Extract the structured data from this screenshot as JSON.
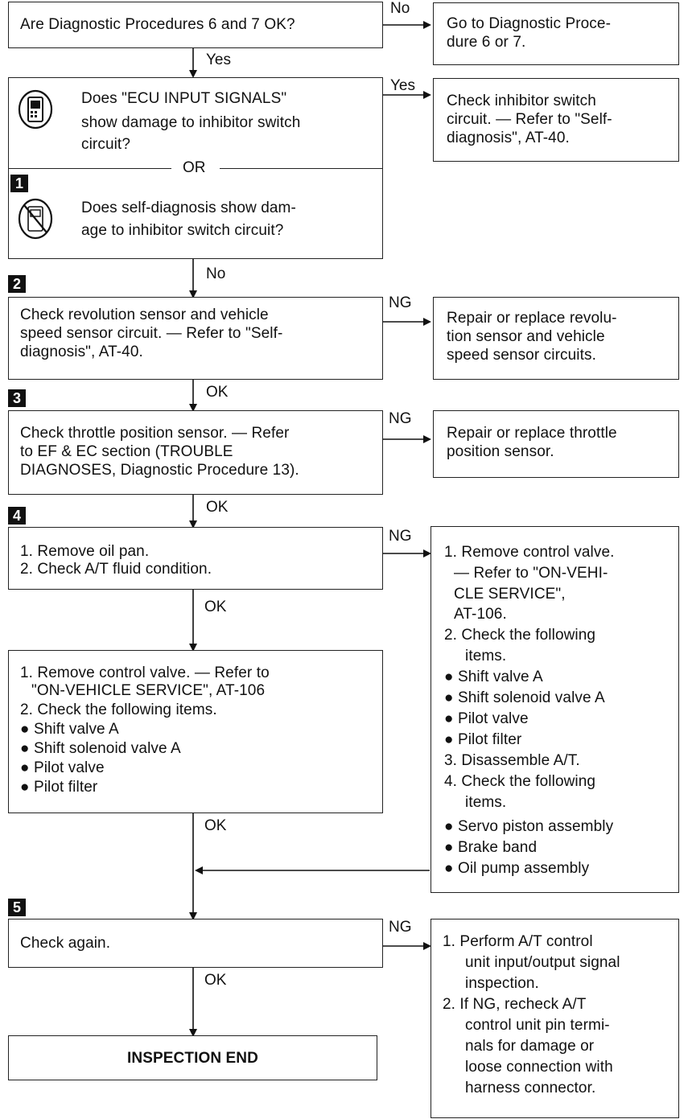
{
  "q1": {
    "text": "Are Diagnostic Procedures 6 and 7 OK?",
    "no_label": "No",
    "yes_label": "Yes"
  },
  "r1": {
    "lines": [
      "Go to Diagnostic Proce-",
      "dure 6 or 7."
    ]
  },
  "q2": {
    "lines_a": [
      "Does \"ECU INPUT SIGNALS\"",
      "show damage to inhibitor switch",
      "circuit?"
    ],
    "or_label": "OR",
    "step": "1",
    "lines_b": [
      "Does self-diagnosis show dam-",
      "age to inhibitor switch circuit?"
    ],
    "yes_label": "Yes",
    "no_label": "No",
    "icon_a": "consult-tester-icon",
    "icon_b": "no-tools-icon"
  },
  "r2": {
    "lines": [
      "Check inhibitor switch",
      "circuit. — Refer to \"Self-",
      "diagnosis\", AT-40."
    ]
  },
  "s2": {
    "step": "2",
    "lines": [
      "Check revolution sensor and vehicle",
      "speed sensor circuit. — Refer to \"Self-",
      "diagnosis\", AT-40."
    ],
    "ng_label": "NG",
    "ok_label": "OK"
  },
  "r3": {
    "lines": [
      "Repair or replace revolu-",
      "tion sensor and vehicle",
      "speed sensor circuits."
    ]
  },
  "s3": {
    "step": "3",
    "lines": [
      "Check throttle position sensor. — Refer",
      "to EF & EC section (TROUBLE",
      "DIAGNOSES, Diagnostic Procedure 13)."
    ],
    "ng_label": "NG",
    "ok_label": "OK"
  },
  "r4": {
    "lines": [
      "Repair or replace throttle",
      "position sensor."
    ]
  },
  "s4": {
    "step": "4",
    "lines": [
      "1. Remove oil pan.",
      "2. Check A/T fluid condition."
    ],
    "ng_label": "NG",
    "ok_label": "OK"
  },
  "r5": {
    "lines": [
      "1. Remove control valve.",
      "— Refer to \"ON-VEHI-",
      "CLE SERVICE\",",
      "AT-106.",
      "2. Check the following",
      "items.",
      "● Shift valve A",
      "● Shift solenoid valve A",
      "● Pilot valve",
      "● Pilot filter",
      "3. Disassemble A/T.",
      "4. Check the following",
      "items.",
      "● Servo piston assembly",
      "● Brake band",
      "● Oil pump assembly"
    ]
  },
  "s4b": {
    "lines": [
      "1. Remove control valve. — Refer to",
      "\"ON-VEHICLE SERVICE\", AT-106",
      "2. Check the following items.",
      "● Shift valve A",
      "● Shift solenoid valve A",
      "● Pilot valve",
      "● Pilot filter"
    ],
    "ok_label": "OK"
  },
  "s5": {
    "step": "5",
    "text": "Check again.",
    "ng_label": "NG",
    "ok_label": "OK"
  },
  "r6": {
    "lines": [
      "1. Perform A/T control",
      "unit input/output signal",
      "inspection.",
      "2. If NG, recheck A/T",
      "control unit pin termi-",
      "nals for damage or",
      "loose connection with",
      "harness connector."
    ]
  },
  "end": {
    "text": "INSPECTION END"
  }
}
